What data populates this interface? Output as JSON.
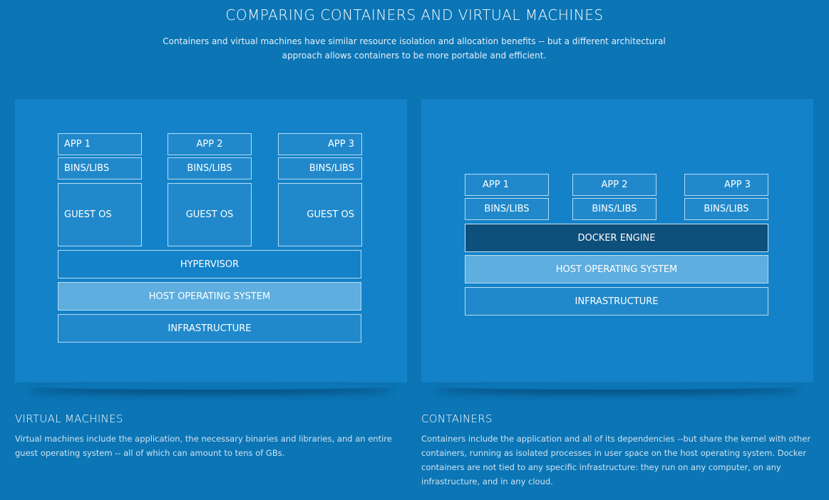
{
  "header": {
    "title": "COMPARING CONTAINERS AND VIRTUAL MACHINES",
    "subtitle": "Containers and virtual machines have similar resource isolation and allocation benefits -- but a different architectural approach allows containers to be more portable and efficient."
  },
  "vm_diagram": {
    "apps": [
      {
        "app": "APP 1",
        "bins": "BINS/LIBS",
        "guest_os": "GUEST OS"
      },
      {
        "app": "APP 2",
        "bins": "BINS/LIBS",
        "guest_os": "GUEST OS"
      },
      {
        "app": "APP 3",
        "bins": "BINS/LIBS",
        "guest_os": "GUEST OS"
      }
    ],
    "hypervisor": "HYPERVISOR",
    "host_os": "HOST OPERATING SYSTEM",
    "infrastructure": "INFRASTRUCTURE"
  },
  "container_diagram": {
    "apps": [
      {
        "app": "APP 1",
        "bins": "BINS/LIBS"
      },
      {
        "app": "APP 2",
        "bins": "BINS/LIBS"
      },
      {
        "app": "APP 3",
        "bins": "BINS/LIBS"
      }
    ],
    "docker_engine": "DOCKER ENGINE",
    "host_os": "HOST OPERATING SYSTEM",
    "infrastructure": "INFRASTRUCTURE"
  },
  "captions": {
    "vm": {
      "title": "VIRTUAL MACHINES",
      "text": "Virtual machines include the application, the necessary binaries and libraries, and an entire guest operating system -- all of which can amount to tens of GBs."
    },
    "containers": {
      "title": "CONTAINERS",
      "text": "Containers include the application and all of its dependencies --but share the kernel with other containers, running as isolated processes in user space on the host operating system. Docker containers are not tied to any specific infrastructure: they run on any computer, on any infrastructure, and in any cloud."
    }
  },
  "colors": {
    "background": "#0b75b5",
    "panel": "#1482c8",
    "host_os_fill": "#5eaedf",
    "docker_engine_fill": "#0e4f7c"
  }
}
